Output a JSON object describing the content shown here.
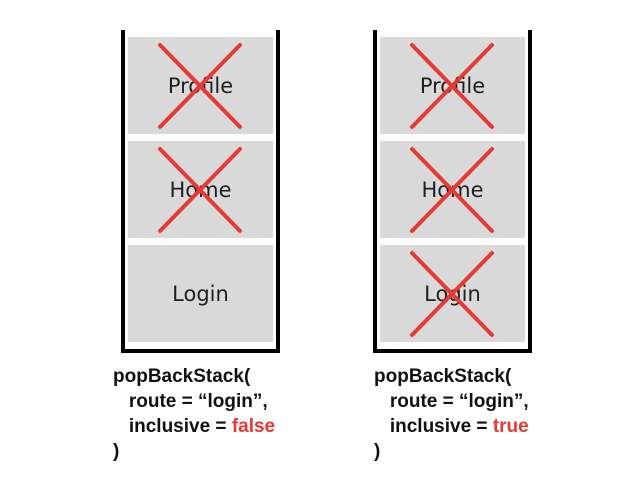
{
  "accent_color": "#e53935",
  "columns": [
    {
      "destinations": [
        {
          "label": "Profile",
          "removed": true
        },
        {
          "label": "Home",
          "removed": true
        },
        {
          "label": "Login",
          "removed": false
        }
      ],
      "code": {
        "line1": "popBackStack(",
        "line2_prefix": "   route = “login”,",
        "line3_prefix": "   inclusive = ",
        "line3_value": "false",
        "line4": ")"
      }
    },
    {
      "destinations": [
        {
          "label": "Profile",
          "removed": true
        },
        {
          "label": "Home",
          "removed": true
        },
        {
          "label": "Login",
          "removed": true
        }
      ],
      "code": {
        "line1": "popBackStack(",
        "line2_prefix": "   route = “login”,",
        "line3_prefix": "   inclusive = ",
        "line3_value": "true",
        "line4": ")"
      }
    }
  ]
}
